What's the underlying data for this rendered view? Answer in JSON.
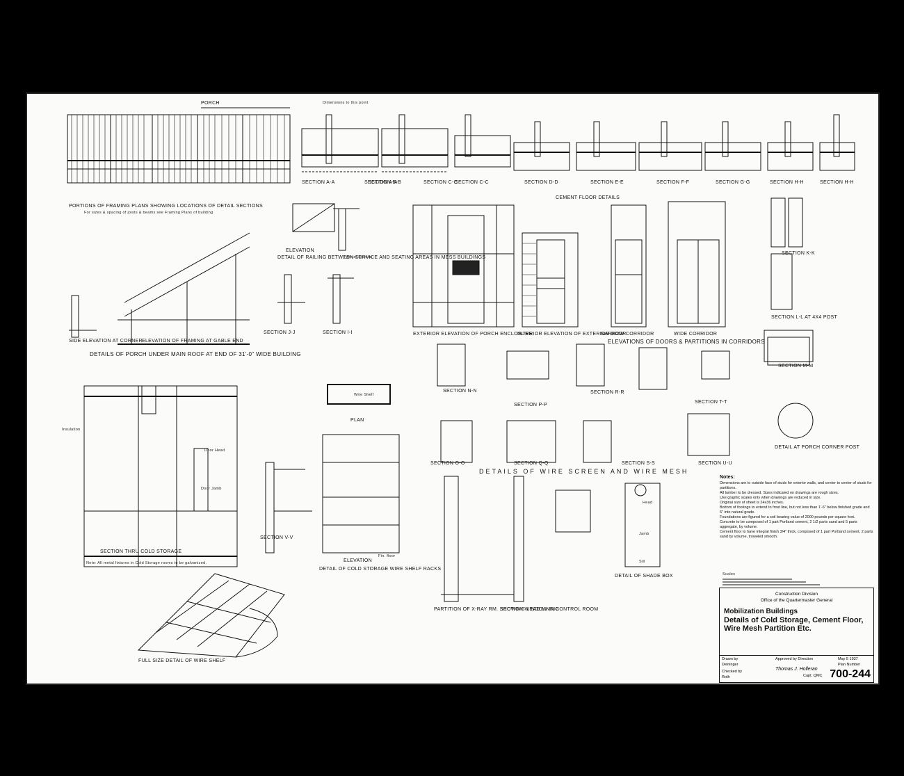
{
  "sheet": {
    "section_labels": {
      "framing_plans": "Portions of Framing Plans Showing Locations of Detail Sections",
      "framing_plans_note": "For sizes & spacing of joists & beams see Framing Plans of building",
      "porch": "Porch",
      "section_aa": "Section A-A",
      "section_bb": "Section B-B",
      "section_cc1": "Section C-C",
      "section_cc2": "Section C-C",
      "section_dd": "Section D-D",
      "section_ee": "Section E-E",
      "section_ff": "Section F-F",
      "section_gg": "Section G-G",
      "section_hh1": "Section H-H",
      "section_hh2": "Section H-H",
      "cement_floor": "Cement Floor Details",
      "dim_point": "Dimensions to this point",
      "railing_detail": "Detail of Railing Between Service and Seating Areas in Mess Buildings",
      "elevation": "Elevation",
      "typical_section": "Typical Section",
      "side_elev": "Side Elevation at Corner",
      "framing_gable": "Elevation of Framing at Gable End",
      "section_jj": "Section J-J",
      "section_ii": "Section I-I",
      "porch_details": "Details of Porch Under Main Roof at End of 31'-0\" Wide Building",
      "ext_elev": "Exterior Elevation of Porch Enclosure",
      "int_elev": "Interior Elevation of Exterior Door",
      "narrow": "Narrow Corridor",
      "wide": "Wide Corridor",
      "elev_doors": "Elevations of Doors & Partitions in Corridors",
      "section_kk": "Section K-K",
      "section_ll": "Section L-L at 4x4 Post",
      "section_mm": "Section M-M",
      "section_nn": "Section N-N",
      "section_pp": "Section P-P",
      "section_rr": "Section R-R",
      "section_tt": "Section T-T",
      "section_oo": "Section O-O",
      "section_qq": "Section Q-Q",
      "section_ss": "Section S-S",
      "section_uu": "Section U-U",
      "porch_post": "Detail at Porch Corner Post",
      "wire_mesh": "Details of Wire Screen and Wire Mesh",
      "plan": "Plan",
      "elevation2": "Elevation",
      "cold_racks": "Detail of Cold Storage Wire Shelf Racks",
      "cold_storage": "Section Thru Cold Storage",
      "section_vv": "Section V-V",
      "xray": "Partition of X-Ray Rm. Showing Lead Lining",
      "window": "Section Window in Control Room",
      "shade_box": "Detail of Shade Box",
      "wire_shelf": "Full Size Detail of Wire Shelf",
      "cold_note": "Note: All metal fixtures in Cold Storage rooms to be galvanized.",
      "wire_shelf_lbl": "Wire Shelf",
      "fin_floor": "Fin. floor",
      "insulation": "Insulation",
      "door_head": "Door Head",
      "door_jamb": "Door Jamb",
      "head": "Head",
      "jamb": "Jamb",
      "sill": "Sill",
      "scales": "Scales"
    },
    "notes": {
      "heading": "Notes:",
      "lines": [
        "Dimensions are to outside face of studs for exterior walls, and center to center of studs for partitions.",
        "All lumber to be dressed. Sizes indicated on drawings are rough sizes.",
        "Use graphic scales only when drawings are reduced in size.",
        "Original size of sheet is 24x36 inches.",
        "Bottom of footings to extend to frost line, but not less than 1'-6\" below finished grade and 6\" into natural grade.",
        "Foundations are figured for a soil bearing value of 2000 pounds per square foot.",
        "Concrete to be composed of 1 part Portland cement, 2 1/2 parts sand and 5 parts aggregate, by volume.",
        "Cement floor to have integral finish 3/4\" thick, composed of 1 part Portland cement, 2 parts sand by volume, troweled smooth."
      ]
    },
    "title_block": {
      "division": "Construction Division",
      "office": "Office of the Quartermaster General",
      "project": "Mobilization Buildings",
      "title_line1": "Details of Cold Storage, Cement Floor,",
      "title_line2": "Wire Mesh Partition Etc.",
      "drawn_by_label": "Drawn by",
      "drawn_by": "Deininger",
      "checked_by_label": "Checked by",
      "checked_by": "Roth",
      "approved_label": "Approved by Direction",
      "date": "May 5 1937",
      "signature": "Thomas J. Holleran",
      "rank": "Capt. QMC",
      "plan_number_label": "Plan Number",
      "drawing_number": "700-244"
    }
  }
}
